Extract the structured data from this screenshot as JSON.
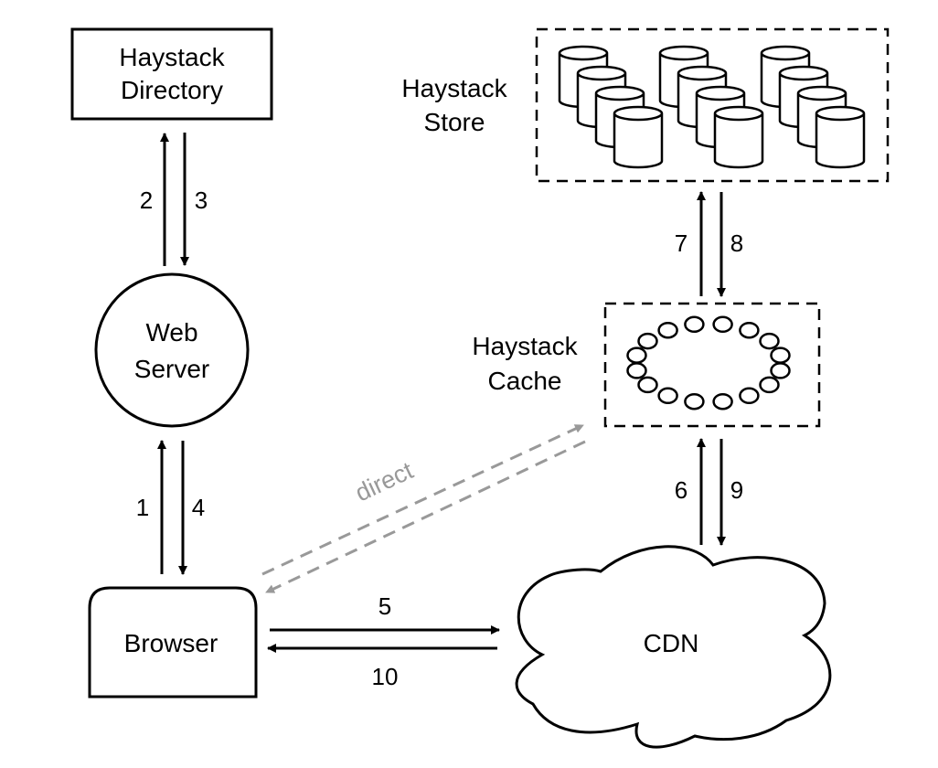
{
  "diagram": {
    "title": "Haystack photo serving architecture",
    "nodes": {
      "directory": {
        "line1": "Haystack",
        "line2": "Directory"
      },
      "web_server": {
        "line1": "Web",
        "line2": "Server"
      },
      "browser": {
        "label": "Browser"
      },
      "store": {
        "line1": "Haystack",
        "line2": "Store",
        "volume_groups": 3,
        "volumes_per_group": 4
      },
      "cache": {
        "line1": "Haystack",
        "line2": "Cache",
        "ring_nodes": 16
      },
      "cdn": {
        "label": "CDN"
      }
    },
    "edges": [
      {
        "step": "1",
        "from": "Browser",
        "to": "Web Server"
      },
      {
        "step": "2",
        "from": "Web Server",
        "to": "Haystack Directory"
      },
      {
        "step": "3",
        "from": "Haystack Directory",
        "to": "Web Server"
      },
      {
        "step": "4",
        "from": "Web Server",
        "to": "Browser"
      },
      {
        "step": "5",
        "from": "Browser",
        "to": "CDN"
      },
      {
        "step": "6",
        "from": "CDN",
        "to": "Haystack Cache"
      },
      {
        "step": "7",
        "from": "Haystack Cache",
        "to": "Haystack Store"
      },
      {
        "step": "8",
        "from": "Haystack Store",
        "to": "Haystack Cache"
      },
      {
        "step": "9",
        "from": "Haystack Cache",
        "to": "CDN"
      },
      {
        "step": "10",
        "from": "CDN",
        "to": "Browser"
      }
    ],
    "direct_edge": {
      "label": "direct",
      "from": "Browser",
      "to": "Haystack Cache",
      "color": "#999999"
    }
  }
}
